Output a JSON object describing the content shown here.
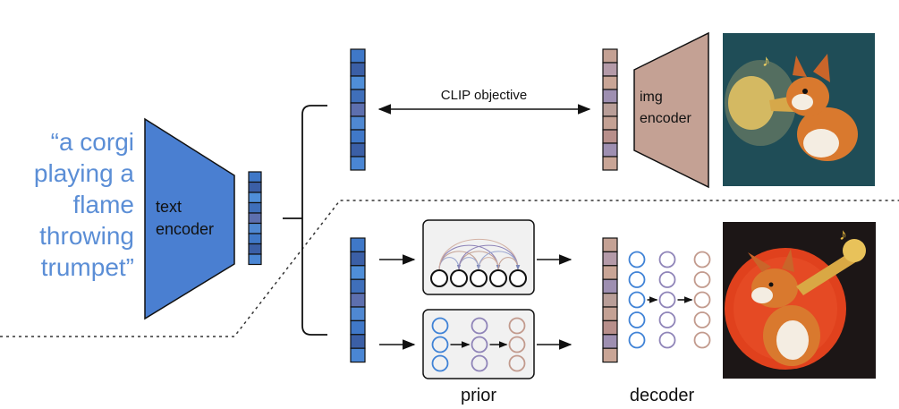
{
  "caption": {
    "lines": [
      "“a corgi",
      "playing a",
      "flame",
      "throwing",
      "trumpet”"
    ],
    "color": "#5b8ed6"
  },
  "text_encoder": {
    "line1": "text",
    "line2": "encoder",
    "color": "#4a7fd1"
  },
  "img_encoder": {
    "line1": "img",
    "line2": "encoder",
    "color": "#c4a194"
  },
  "clip_objective": "CLIP objective",
  "prior_label": "prior",
  "decoder_label": "decoder",
  "images": [
    {
      "name": "corgi-trumpet-image-top",
      "background": "#1f4d57",
      "dog": "#d9792e"
    },
    {
      "name": "corgi-trumpet-image-bottom",
      "background": "#1c1616",
      "sun": "#e0411d",
      "dog": "#d9792e"
    }
  ],
  "colors": {
    "text_embedding": [
      "#3f78c8",
      "#3b5fa6",
      "#4f8ed8",
      "#3f6fba",
      "#5d6fae",
      "#4f88d2",
      "#4078c8",
      "#3b5fa6",
      "#4a86d4"
    ],
    "image_embedding": [
      "#c4a194",
      "#b49aa8",
      "#c9a596",
      "#9e8fb1",
      "#b99e98",
      "#c4a194",
      "#b88f8b",
      "#9e8fb1",
      "#c9a596"
    ],
    "blue_circle": "#3f82d6",
    "purple_circle": "#8f84b8",
    "brown_circle": "#c29a8d"
  }
}
